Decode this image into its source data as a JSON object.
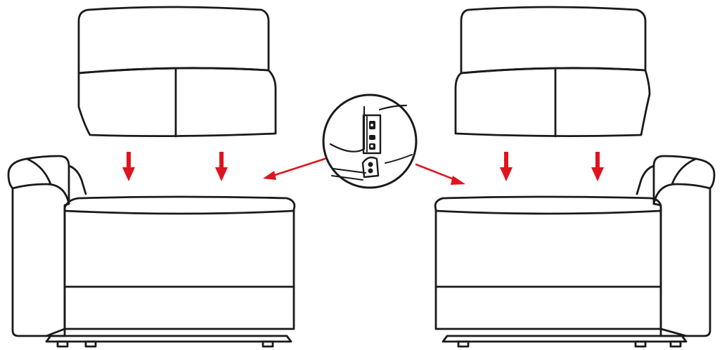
{
  "diagram": {
    "line_color": "#1a1a1a",
    "arrow_color": "#e0141e",
    "background": "#ffffff",
    "sections": [
      {
        "id": "left-sofa",
        "parts": [
          "backrest-cushion",
          "seat-base-with-right-armrest"
        ],
        "arrows_down": 2
      },
      {
        "id": "right-sofa",
        "parts": [
          "backrest-cushion",
          "seat-base-with-left-armrest"
        ],
        "arrows_down": 2
      }
    ],
    "detail_callout": {
      "shape": "circle",
      "shows": "backrest-bracket-and-slot",
      "pointer_arrows": 2
    }
  }
}
